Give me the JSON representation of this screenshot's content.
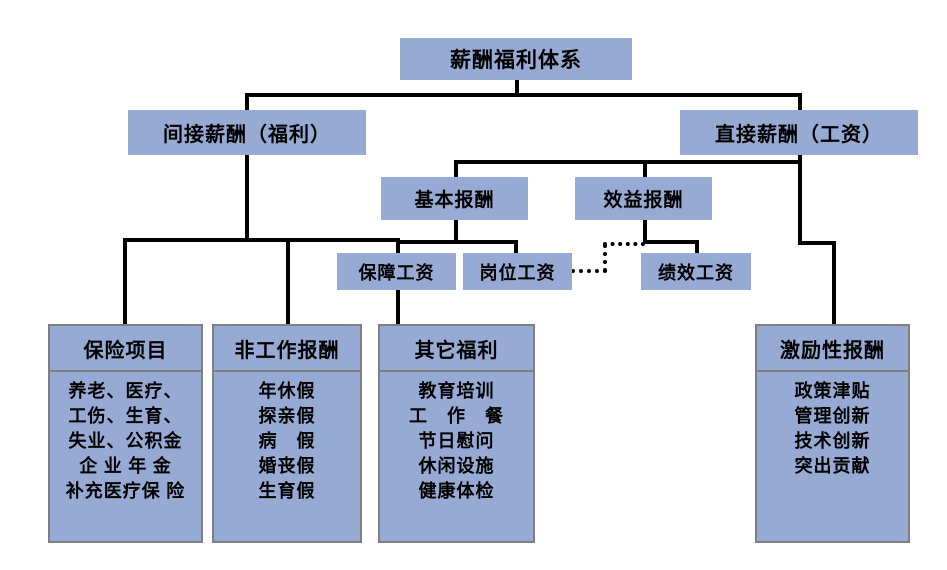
{
  "diagram": {
    "title_node": {
      "label": "薪酬福利体系"
    },
    "level2": [
      {
        "label": "间接薪酬（福利）"
      },
      {
        "label": "直接薪酬（工资）"
      }
    ],
    "level3": [
      {
        "label": "基本报酬"
      },
      {
        "label": "效益报酬"
      }
    ],
    "level4": [
      {
        "label": "保障工资"
      },
      {
        "label": "岗位工资"
      },
      {
        "label": "绩效工资"
      }
    ],
    "panels": [
      {
        "header": "保险项目",
        "items": [
          "养老、医疗、",
          "工伤、生育、",
          "失业、公积金",
          "企 业 年 金",
          "补充医疗保 险"
        ]
      },
      {
        "header": "非工作报酬",
        "items": [
          "年休假",
          "探亲假",
          "病　假",
          "婚丧假",
          "生育假"
        ]
      },
      {
        "header": "其它福利",
        "items": [
          "教育培训",
          "工　作　餐",
          "节日慰问",
          "休闲设施",
          "健康体检"
        ]
      },
      {
        "header": "激励性报酬",
        "items": [
          "政策津贴",
          "管理创新",
          "技术创新",
          "突出贡献"
        ]
      }
    ],
    "colors": {
      "node_fill": "#96aad4",
      "panel_border": "#7f7f7f",
      "connector": "#000000",
      "background": "#ffffff"
    }
  }
}
